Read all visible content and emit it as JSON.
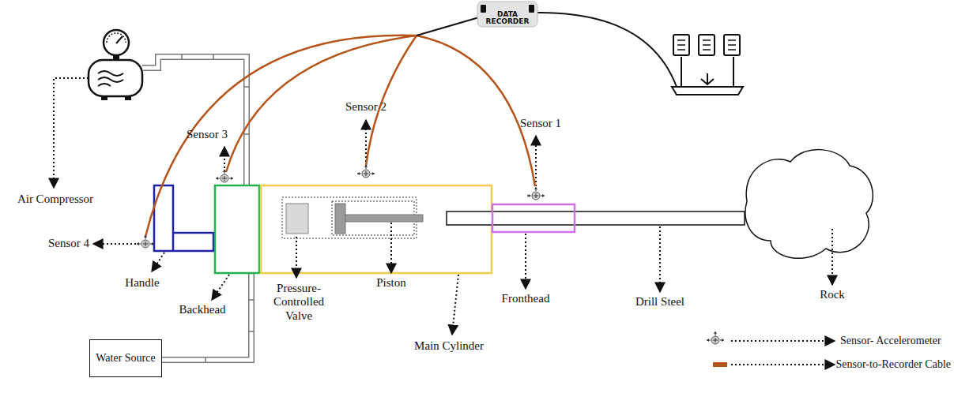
{
  "diagram": {
    "nodes": [
      {
        "text": [
          "DATA RECORDER"
        ]
      },
      {
        "text": [
          "Water Source"
        ]
      }
    ],
    "labels": [
      "Air Compressor",
      "Sensor 3",
      "Sensor 2",
      "Sensor 1",
      "Sensor 4",
      "Handle",
      "Backhead",
      "Pressure- Controlled Valve",
      "Piston",
      "Main Cylinder",
      "Fronthead",
      "Drill Steel",
      "Rock"
    ],
    "legend": [
      {
        "text": "Sensor- Accelerometer"
      },
      {
        "text": "Sensor-to-Recorder Cable",
        "color": "#b5541b"
      }
    ]
  }
}
